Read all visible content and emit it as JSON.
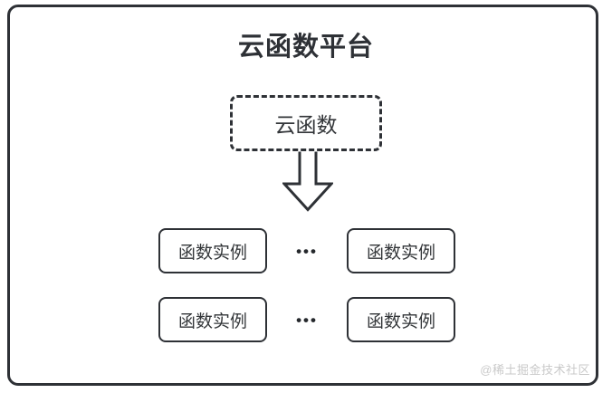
{
  "diagram": {
    "title": "云函数平台",
    "cloud_function": {
      "label": "云函数"
    },
    "arrow": {
      "direction": "down",
      "style": "hollow-outline"
    },
    "instances": [
      {
        "label": "函数实例"
      },
      {
        "label": "函数实例"
      },
      {
        "label": "函数实例"
      },
      {
        "label": "函数实例"
      }
    ],
    "ellipsis_row1": "•••",
    "ellipsis_row2": "•••",
    "watermark": "@稀土掘金技术社区",
    "colors": {
      "border": "#2e3136",
      "text": "#333639",
      "title": "#2e3136",
      "watermark": "#c9c9c9",
      "background": "#ffffff"
    }
  }
}
